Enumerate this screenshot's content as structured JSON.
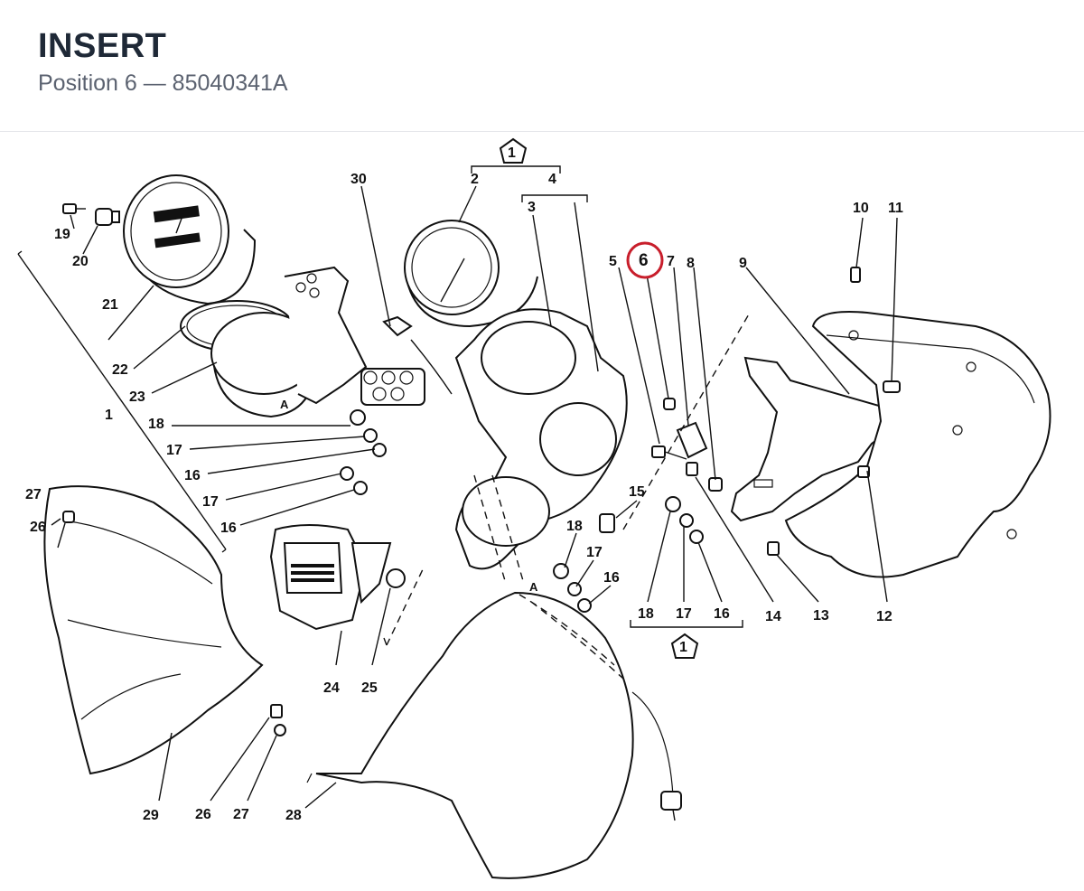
{
  "header": {
    "title": "INSERT",
    "subtitle": "Position 6 — 85040341A"
  },
  "diagram": {
    "highlight_color": "#c81e2b",
    "callouts": {
      "c1a": "1",
      "c1b": "1",
      "c1c": "1",
      "c2": "2",
      "c3": "3",
      "c4": "4",
      "c5": "5",
      "c6": "6",
      "c7": "7",
      "c8": "8",
      "c9": "9",
      "c10": "10",
      "c11": "11",
      "c12": "12",
      "c13": "13",
      "c14": "14",
      "c15": "15",
      "c16a": "16",
      "c16b": "16",
      "c16c": "16",
      "c16d": "16",
      "c17a": "17",
      "c17b": "17",
      "c17c": "17",
      "c17d": "17",
      "c18a": "18",
      "c18b": "18",
      "c18c": "18",
      "c19": "19",
      "c20": "20",
      "c21": "21",
      "c22": "22",
      "c23": "23",
      "c24": "24",
      "c25": "25",
      "c26a": "26",
      "c26b": "26",
      "c27a": "27",
      "c27b": "27",
      "c28": "28",
      "c29": "29",
      "c30": "30",
      "markA1": "A",
      "markA2": "A"
    }
  }
}
